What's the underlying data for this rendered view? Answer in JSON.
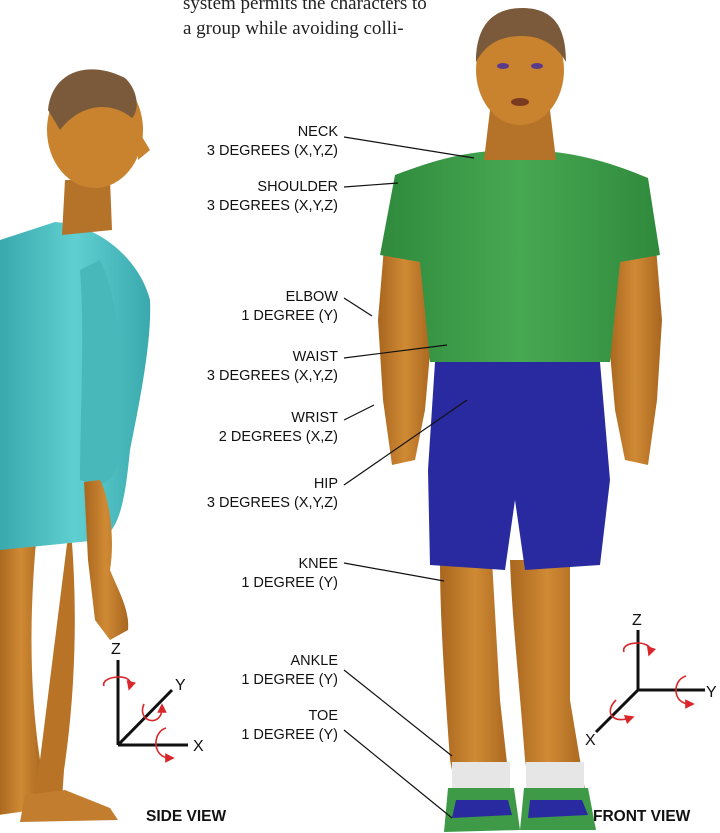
{
  "text_fragment": {
    "line1": "system permits the characters to",
    "line2": "a group while avoiding colli-"
  },
  "joints": [
    {
      "name": "NECK",
      "dof": "3 DEGREES (X,Y,Z)"
    },
    {
      "name": "SHOULDER",
      "dof": "3 DEGREES (X,Y,Z)"
    },
    {
      "name": "ELBOW",
      "dof": "1 DEGREE (Y)"
    },
    {
      "name": "WAIST",
      "dof": "3 DEGREES (X,Y,Z)"
    },
    {
      "name": "WRIST",
      "dof": "2 DEGREES (X,Z)"
    },
    {
      "name": "HIP",
      "dof": "3 DEGREES (X,Y,Z)"
    },
    {
      "name": "KNEE",
      "dof": "1 DEGREE (Y)"
    },
    {
      "name": "ANKLE",
      "dof": "1 DEGREE (Y)"
    },
    {
      "name": "TOE",
      "dof": "1 DEGREE (Y)"
    }
  ],
  "views": {
    "side": "SIDE VIEW",
    "front": "FRONT VIEW"
  },
  "axes_side": {
    "z": "Z",
    "y": "Y",
    "x": "X"
  },
  "axes_front": {
    "z": "Z",
    "y": "Y",
    "x": "X"
  },
  "colors": {
    "skin": "#c9832f",
    "skin_shadow": "#9a5e1c",
    "shirt_side": "#4fc3c6",
    "shirt_front": "#3f9a48",
    "shorts": "#2a2aa0",
    "hair": "#7a5a3a",
    "arrow": "#d8262a",
    "shoe": "#3f9a48",
    "sock": "#e8e8e8"
  }
}
